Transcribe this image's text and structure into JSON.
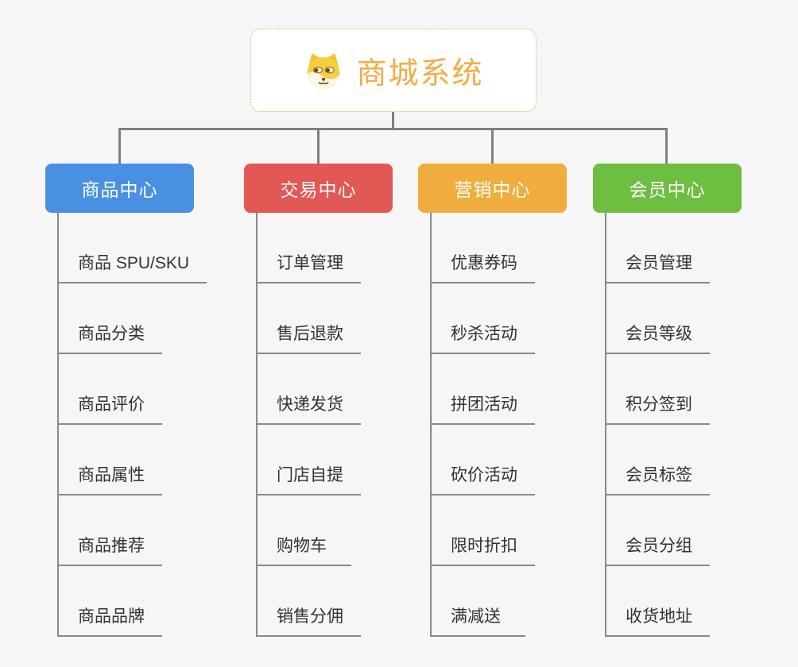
{
  "page": {
    "background_color": "#F6F6F6",
    "connector_color": "#7F7F7F",
    "leaf_line_color": "#8A8A8A"
  },
  "root": {
    "title": "商城系统",
    "icon": "shiba-dog-face-icon",
    "text_color": "#F4AC45",
    "border_color": "#F2A846"
  },
  "branches": [
    {
      "label": "商品中心",
      "color": "#4A90E2",
      "children": [
        "商品 SPU/SKU",
        "商品分类",
        "商品评价",
        "商品属性",
        "商品推荐",
        "商品品牌"
      ]
    },
    {
      "label": "交易中心",
      "color": "#E25855",
      "children": [
        "订单管理",
        "售后退款",
        "快递发货",
        "门店自提",
        "购物车",
        "销售分佣"
      ]
    },
    {
      "label": "营销中心",
      "color": "#EFAD3D",
      "children": [
        "优惠券码",
        "秒杀活动",
        "拼团活动",
        "砍价活动",
        "限时折扣",
        "满减送"
      ]
    },
    {
      "label": "会员中心",
      "color": "#6EBE41",
      "children": [
        "会员管理",
        "会员等级",
        "积分签到",
        "会员标签",
        "会员分组",
        "收货地址"
      ]
    }
  ]
}
